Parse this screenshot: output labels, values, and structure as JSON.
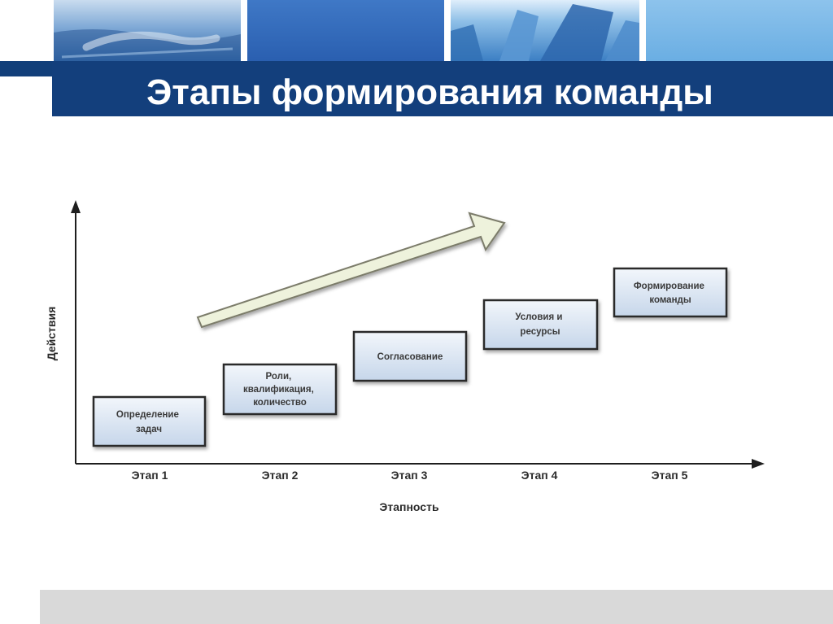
{
  "slide": {
    "title": "Этапы формирования команды"
  },
  "diagram": {
    "y_axis_label": "Действия",
    "x_axis_label": "Этапность",
    "stages": [
      {
        "label": "Этап 1",
        "box_lines": [
          "Определение",
          "задач"
        ]
      },
      {
        "label": "Этап 2",
        "box_lines": [
          "Роли,",
          "квалификация,",
          "количество"
        ]
      },
      {
        "label": "Этап 3",
        "box_lines": [
          "Согласование"
        ]
      },
      {
        "label": "Этап 4",
        "box_lines": [
          "Условия и",
          "ресурсы"
        ]
      },
      {
        "label": "Этап 5",
        "box_lines": [
          "Формирование",
          "команды"
        ]
      }
    ]
  },
  "colors": {
    "title_bar": "#133f7c",
    "box_fill_top": "#f2f6fb",
    "box_fill_bottom": "#c6d6ea",
    "arrow_fill": "#eef2dc"
  }
}
